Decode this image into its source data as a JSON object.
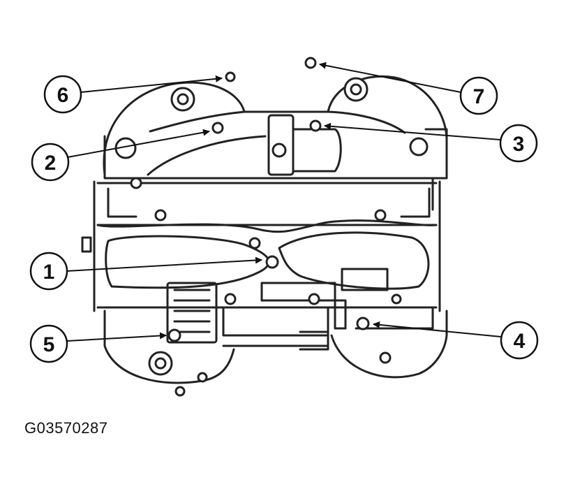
{
  "figure_id": "G03570287",
  "callouts": [
    {
      "number": "1"
    },
    {
      "number": "2"
    },
    {
      "number": "3"
    },
    {
      "number": "4"
    },
    {
      "number": "5"
    },
    {
      "number": "6"
    },
    {
      "number": "7"
    }
  ]
}
